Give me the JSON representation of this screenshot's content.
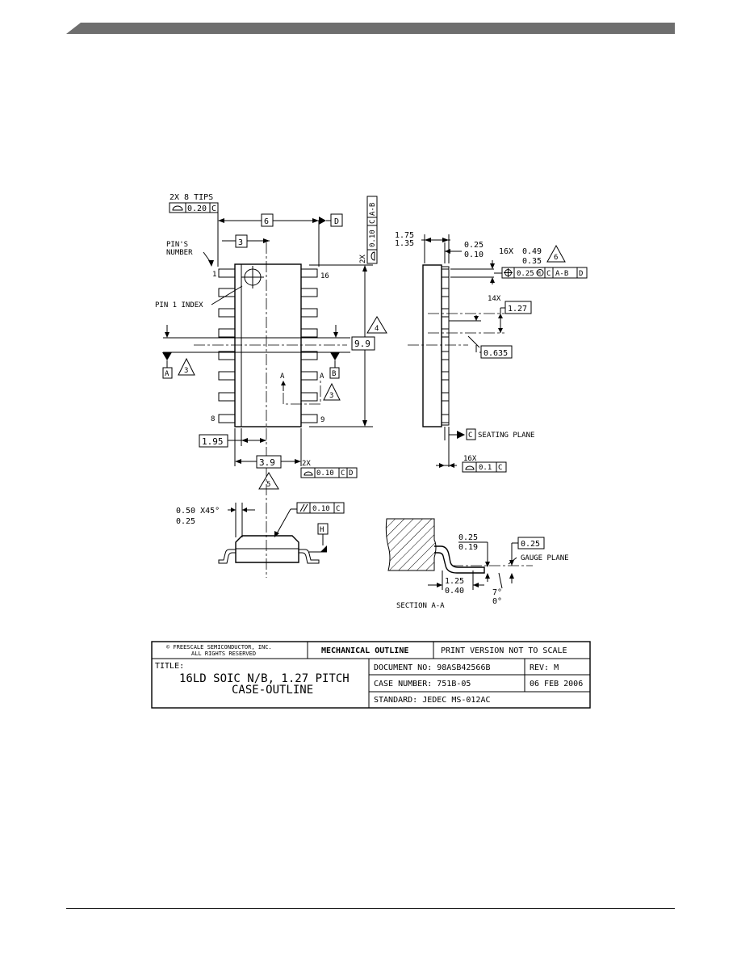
{
  "top_view": {
    "tips_label": "2X 8 TIPS",
    "tips_tol": "0.20",
    "tips_datum": "C",
    "dim_6": "6",
    "datum_d": "D",
    "dim_3": "3",
    "pins_number_line1": "PIN'S",
    "pins_number_line2": "NUMBER",
    "pin_1": "1",
    "pin_16": "16",
    "pin_8": "8",
    "pin_9": "9",
    "pin1_index": "PIN 1 INDEX",
    "vert_fcf_count": "2X",
    "vert_fcf_tol": "0.10",
    "vert_fcf_datum_c": "C",
    "vert_fcf_datum_ab": "A-B",
    "dim_9_9": "9.9",
    "note_4": "4",
    "datum_a": "A",
    "datum_b": "B",
    "note_3": "3",
    "section_mark": "A",
    "dim_1_95": "1.95",
    "dim_3_9": "3.9",
    "bottom_fcf_count": "2X",
    "bottom_fcf_tol": "0.10",
    "bottom_fcf_c": "C",
    "bottom_fcf_d": "D",
    "note_5": "5"
  },
  "side_view": {
    "height_max": "1.75",
    "height_min": "1.35",
    "standoff_max": "0.25",
    "standoff_min": "0.10",
    "lead_count": "16X",
    "lead_width_max": "0.49",
    "lead_width_min": "0.35",
    "note_6": "6",
    "pos_tol": "0.25",
    "pos_mod": "M",
    "pos_c": "C",
    "pos_ab": "A-B",
    "pos_d": "D",
    "pitch_count": "14X",
    "pitch": "1.27",
    "half_pitch": "0.635",
    "datum_c": "C",
    "seating_plane": "SEATING PLANE",
    "copl_count": "16X",
    "copl_tol": "0.1",
    "copl_datum": "C"
  },
  "end_view": {
    "chamfer_max": "0.50 X45°",
    "chamfer_min": "0.25",
    "parallel_tol": "0.10",
    "parallel_datum": "C",
    "datum_h": "H"
  },
  "section": {
    "thick_max": "0.25",
    "thick_min": "0.19",
    "gauge_dim": "0.25",
    "gauge_plane": "GAUGE PLANE",
    "foot_max": "1.25",
    "foot_min": "0.40",
    "angle_max": "7°",
    "angle_min": "0°",
    "label": "SECTION A-A"
  },
  "title_block": {
    "copyright_line1": "© FREESCALE SEMICONDUCTOR, INC.",
    "copyright_line2": "ALL RIGHTS RESERVED",
    "mech_outline": "MECHANICAL OUTLINE",
    "print_version": "PRINT VERSION NOT TO SCALE",
    "title_label": "TITLE:",
    "title_line1": "16LD SOIC N/B, 1.27 PITCH",
    "title_line2": "CASE-OUTLINE",
    "document_no": "DOCUMENT NO: 98ASB42566B",
    "rev": "REV: M",
    "case_number": "CASE NUMBER: 751B-05",
    "date": "06 FEB 2006",
    "standard": "STANDARD: JEDEC MS-012AC"
  }
}
